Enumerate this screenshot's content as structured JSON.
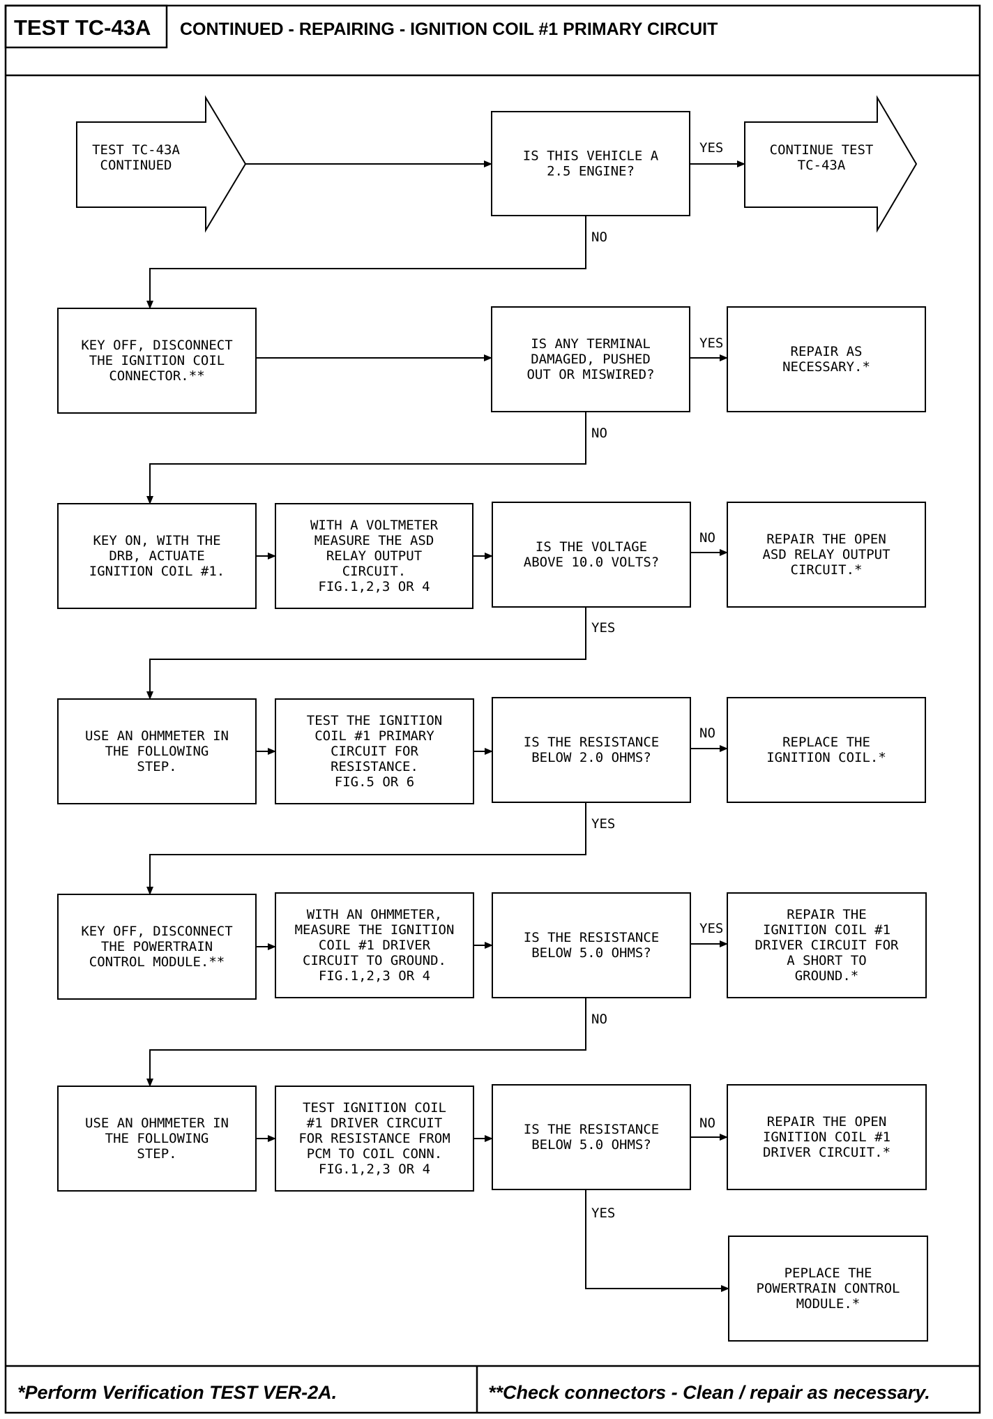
{
  "header": {
    "test_code": "TEST TC-43A",
    "title": "CONTINUED - REPAIRING - IGNITION COIL #1 PRIMARY CIRCUIT"
  },
  "footer": {
    "left_note": "*Perform Verification TEST VER-2A.",
    "right_note": "**Check connectors - Clean / repair as necessary."
  },
  "nodes": {
    "start": [
      "TEST TC-43A",
      "CONTINUED"
    ],
    "q_engine": [
      "IS THIS VEHICLE A",
      "2.5 ENGINE?"
    ],
    "continue_test": [
      "CONTINUE TEST",
      "TC-43A"
    ],
    "disconnect_coil": [
      "KEY OFF, DISCONNECT",
      "THE IGNITION COIL",
      "CONNECTOR.**"
    ],
    "q_terminal": [
      "IS ANY TERMINAL",
      "DAMAGED, PUSHED",
      "OUT OR MISWIRED?"
    ],
    "repair_necessary": [
      "REPAIR AS",
      "NECESSARY.*"
    ],
    "key_on": [
      "KEY ON, WITH THE",
      "DRB, ACTUATE",
      "IGNITION COIL #1."
    ],
    "voltmeter": [
      "WITH A VOLTMETER",
      "MEASURE THE ASD",
      "RELAY OUTPUT",
      "CIRCUIT.",
      "FIG.1,2,3 OR 4"
    ],
    "q_voltage": [
      "IS THE VOLTAGE",
      "ABOVE 10.0 VOLTS?"
    ],
    "repair_asd": [
      "REPAIR THE OPEN",
      "ASD RELAY OUTPUT",
      "CIRCUIT.*"
    ],
    "ohm_step_1": [
      "USE AN OHMMETER IN",
      "THE FOLLOWING",
      "STEP."
    ],
    "test_primary": [
      "TEST THE IGNITION",
      "COIL #1 PRIMARY",
      "CIRCUIT FOR",
      "RESISTANCE.",
      "FIG.5 OR 6"
    ],
    "q_res_2": [
      "IS THE RESISTANCE",
      "BELOW 2.0 OHMS?"
    ],
    "replace_coil": [
      "REPLACE THE",
      "IGNITION COIL.*"
    ],
    "disconnect_pcm": [
      "KEY OFF, DISCONNECT",
      "THE POWERTRAIN",
      "CONTROL MODULE.**"
    ],
    "measure_driver": [
      "WITH AN OHMMETER,",
      "MEASURE THE IGNITION",
      "COIL #1 DRIVER",
      "CIRCUIT TO GROUND.",
      "FIG.1,2,3 OR 4"
    ],
    "q_res_5a": [
      "IS THE RESISTANCE",
      "BELOW 5.0 OHMS?"
    ],
    "repair_short": [
      "REPAIR THE",
      "IGNITION COIL #1",
      "DRIVER CIRCUIT FOR",
      "A SHORT TO",
      "GROUND.*"
    ],
    "ohm_step_2": [
      "USE AN OHMMETER IN",
      "THE FOLLOWING",
      "STEP."
    ],
    "test_driver": [
      "TEST IGNITION COIL",
      "#1 DRIVER CIRCUIT",
      "FOR RESISTANCE FROM",
      "PCM TO COIL CONN.",
      "FIG.1,2,3 OR 4"
    ],
    "q_res_5b": [
      "IS THE RESISTANCE",
      "BELOW 5.0 OHMS?"
    ],
    "repair_open_driver": [
      "REPAIR THE OPEN",
      "IGNITION COIL #1",
      "DRIVER CIRCUIT.*"
    ],
    "replace_pcm": [
      "PEPLACE THE",
      "POWERTRAIN CONTROL",
      "MODULE.*"
    ]
  },
  "edge_labels": {
    "engine_yes": "YES",
    "engine_no": "NO",
    "terminal_yes": "YES",
    "terminal_no": "NO",
    "voltage_no": "NO",
    "voltage_yes": "YES",
    "res2_no": "NO",
    "res2_yes": "YES",
    "res5a_yes": "YES",
    "res5a_no": "NO",
    "res5b_no": "NO",
    "res5b_yes": "YES"
  }
}
